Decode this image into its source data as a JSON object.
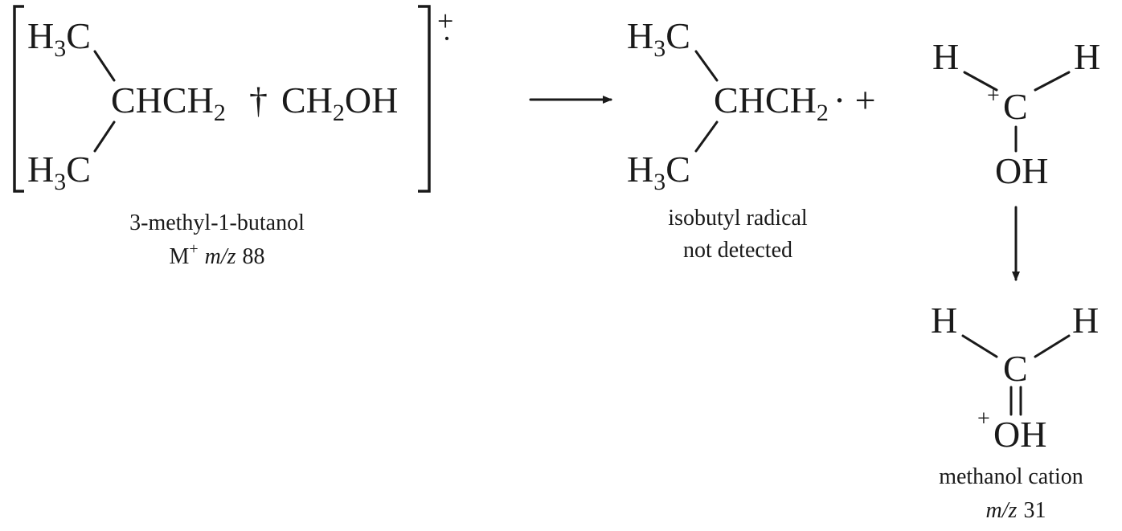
{
  "reactant": {
    "top_methyl": {
      "main": "H",
      "sub": "3",
      "tail": "C"
    },
    "bottom_methyl": {
      "main": "H",
      "sub": "3",
      "tail": "C"
    },
    "chain_left": {
      "main": "CHCH",
      "sub": "2"
    },
    "cleavage_mark": "†",
    "chain_right": {
      "main": "CH",
      "sub": "2",
      "tail": "OH"
    },
    "charge": "+",
    "radical_dot": "·",
    "name": "3-methyl-1-butanol",
    "ion_label": {
      "prefix": "M",
      "sup": "+",
      "mz": "m/z",
      "value": "88"
    }
  },
  "radical_product": {
    "top_methyl": {
      "main": "H",
      "sub": "3",
      "tail": "C"
    },
    "bottom_methyl": {
      "main": "H",
      "sub": "3",
      "tail": "C"
    },
    "chain": {
      "main": "CHCH",
      "sub": "2",
      "tail": "· +"
    },
    "name": "isobutyl radical",
    "note": "not detected"
  },
  "oxonium_form": {
    "h_left": "H",
    "h_right": "H",
    "charge": "+",
    "carbon": "C",
    "oh": "OH"
  },
  "methanol_cation": {
    "h_left": "H",
    "h_right": "H",
    "carbon": "C",
    "charge": "+",
    "oh": "OH",
    "name": "methanol cation",
    "mz": "m/z",
    "value": "31"
  }
}
